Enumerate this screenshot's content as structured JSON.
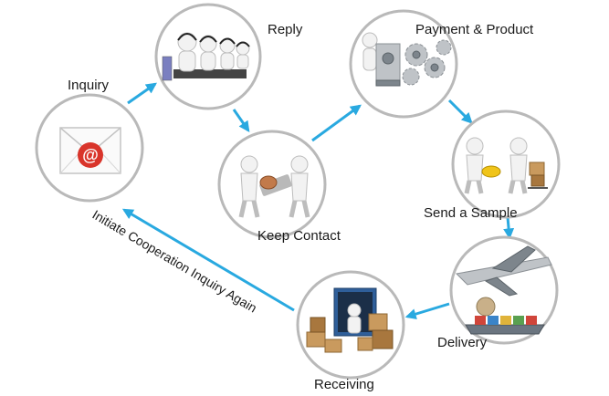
{
  "colors": {
    "arrow": "#29a9e0",
    "circle_border": "#b9b9b9",
    "envelope_at": "#d9352b"
  },
  "nodes": {
    "inquiry": {
      "label": "Inquiry",
      "icon": "envelope-at-icon"
    },
    "reply": {
      "label": "Reply",
      "icon": "call-center-icon"
    },
    "keep_contact": {
      "label": "Keep Contact",
      "icon": "handshake-figures-icon"
    },
    "payment_product": {
      "label": "Payment & Product",
      "icon": "gears-safe-icon"
    },
    "send_sample": {
      "label": "Send a Sample",
      "icon": "sample-handover-icon"
    },
    "delivery": {
      "label": "Delivery",
      "icon": "cargo-plane-ship-icon"
    },
    "receiving": {
      "label": "Receiving",
      "icon": "container-boxes-icon"
    }
  },
  "cycle_label": "Initiate Cooperation Inquiry Again"
}
